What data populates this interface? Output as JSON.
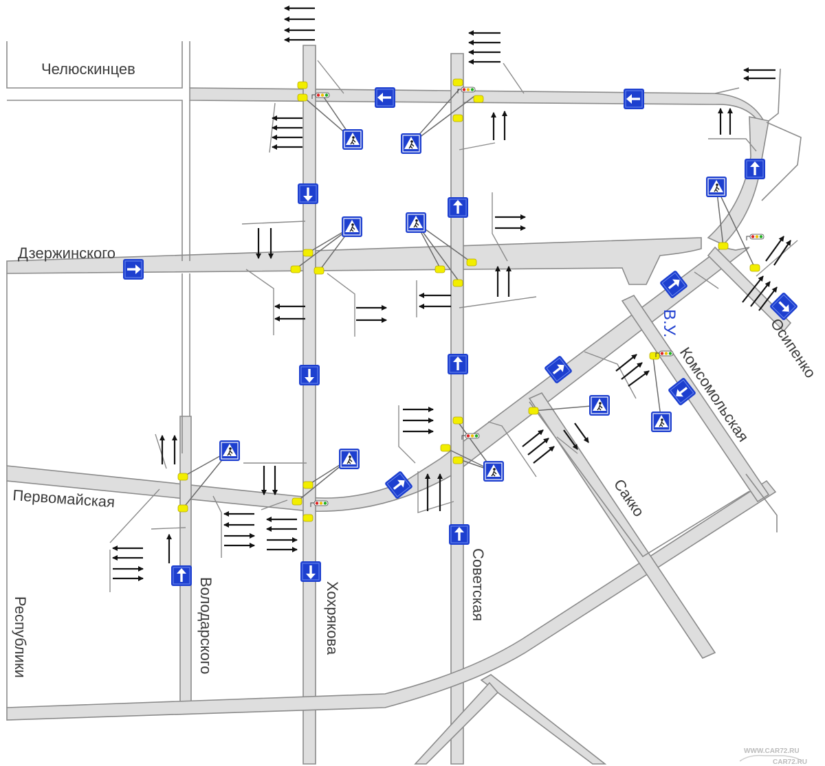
{
  "streets": {
    "chelyuskintsev": "Челюскинцев",
    "dzerzhinskogo": "Дзержинского",
    "pervomayskaya": "Первомайская",
    "respubliki": "Республики",
    "volodarskogo": "Володарского",
    "khokhryakova": "Хохрякова",
    "sovetskaya": "Советская",
    "sakko": "Сакко",
    "komsomolskaya": "Комсомольская",
    "osipenko": "Осипенко",
    "vu": "В.У."
  },
  "watermark": {
    "url": "WWW.CAR72.RU",
    "logo": "CAR72.RU"
  },
  "colors": {
    "road_fill": "#dedede",
    "road_edge": "#8a8a8a",
    "sign_blue": "#1d3fcf",
    "crossing_yellow": "#f2ee00",
    "label_blue": "#2040d0"
  },
  "icons": {
    "one_way": "one-way-arrow-sign-icon",
    "pedestrian": "pedestrian-crossing-sign-icon",
    "traffic_light": "traffic-light-icon",
    "lane_arrows": "lane-direction-arrows-icon"
  }
}
